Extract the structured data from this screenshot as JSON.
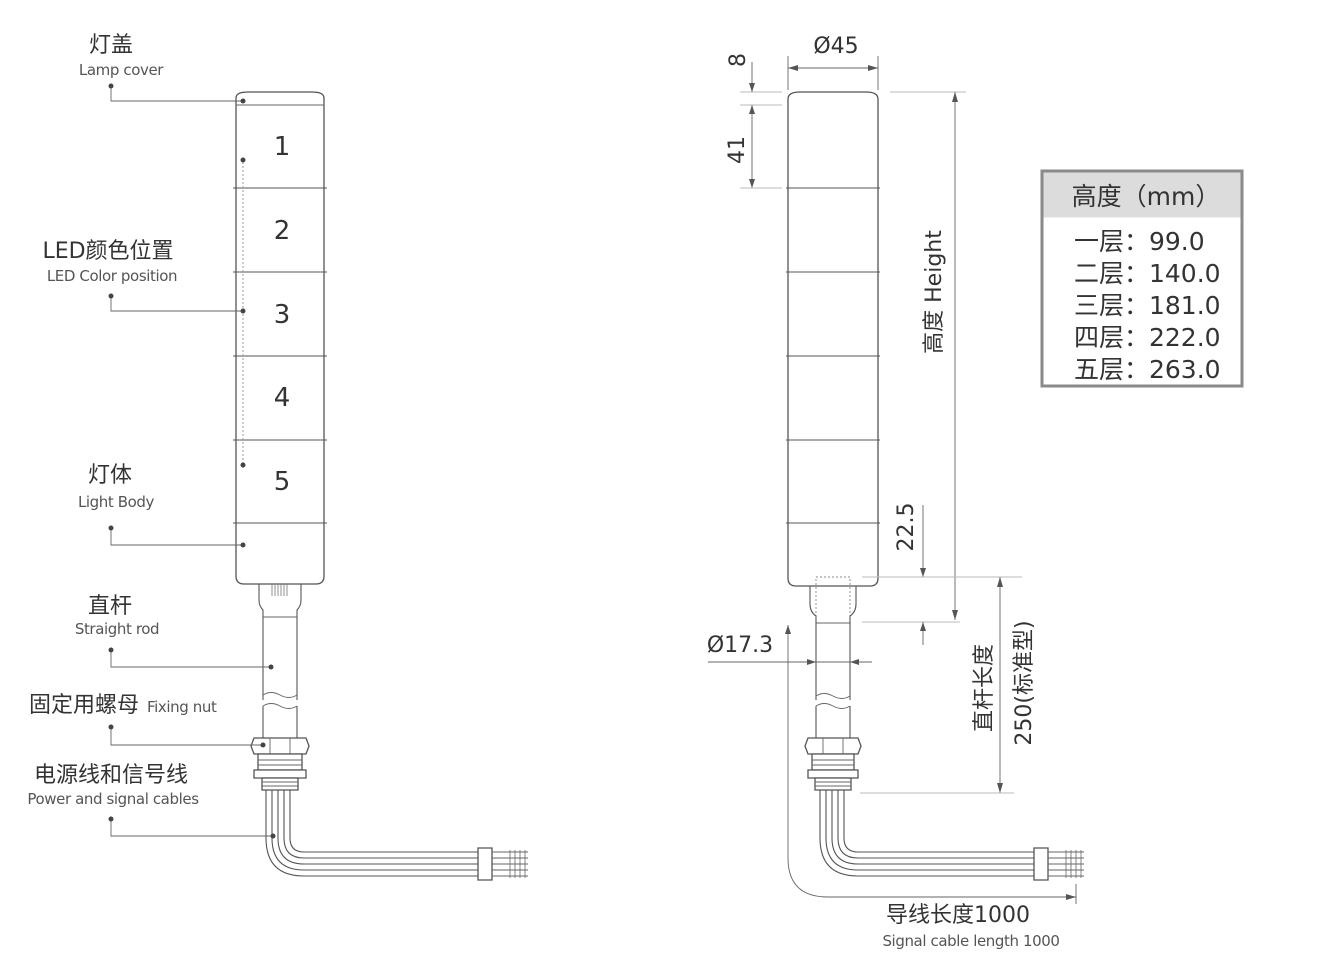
{
  "labels": [
    {
      "zh": "灯盖",
      "en": "Lamp cover"
    },
    {
      "zh": "LED颜色位置",
      "en": "LED Color position"
    },
    {
      "zh": "灯体",
      "en": "Light Body"
    },
    {
      "zh": "直杆",
      "en": "Straight rod"
    },
    {
      "zh": "固定用螺母",
      "en": "Fixing nut"
    },
    {
      "zh": "电源线和信号线",
      "en": "Power and signal cables"
    }
  ],
  "tiers": [
    "1",
    "2",
    "3",
    "4",
    "5"
  ],
  "dimensions": {
    "diameter": "Ø45",
    "cap_height": "8",
    "tier_height": "41",
    "height_label": "高度 Height",
    "base_height": "22.5",
    "rod_diameter": "Ø17.3",
    "rod_length_zh": "直杆长度",
    "rod_length": "250(标准型)",
    "cable_length_zh": "导线长度1000",
    "cable_length_en": "Signal cable length 1000"
  },
  "height_table": {
    "header": "高度（mm）",
    "rows": [
      "一层：99.0",
      "二层：140.0",
      "三层：181.0",
      "四层：222.0",
      "五层：263.0"
    ]
  }
}
